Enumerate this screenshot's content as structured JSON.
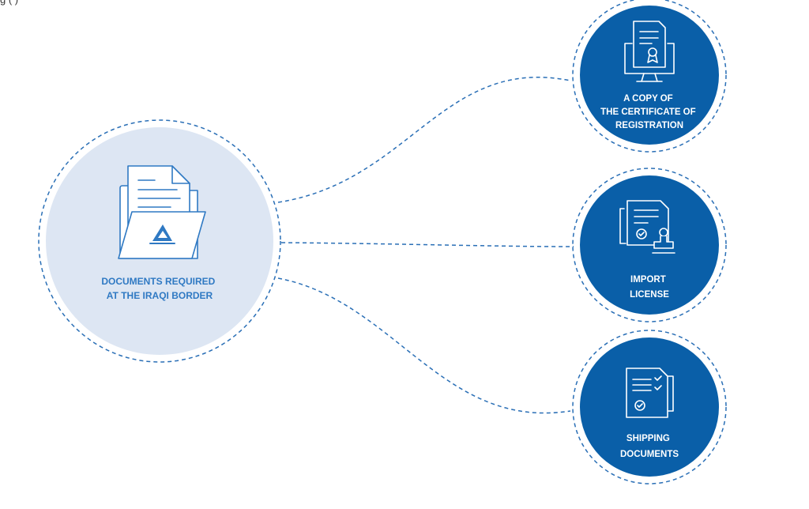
{
  "header_fragment": "g                    (        )",
  "central_node": {
    "label_lines": [
      "DOCUMENTS REQUIRED",
      "AT THE IRAQI BORDER"
    ],
    "icon": "folder-documents-icon"
  },
  "nodes": [
    {
      "id": "certificate",
      "label_lines": [
        "A COPY OF",
        "THE CERTIFICATE OF",
        "REGISTRATION"
      ],
      "icon": "computer-certificate-icon"
    },
    {
      "id": "import-license",
      "label_lines": [
        "IMPORT",
        "LICENSE"
      ],
      "icon": "document-stamp-icon"
    },
    {
      "id": "shipping",
      "label_lines": [
        "SHIPPING",
        "DOCUMENTS"
      ],
      "icon": "checklist-documents-icon"
    }
  ],
  "colors": {
    "primary": "#0a5fa8",
    "light_fill": "#dde6f3",
    "central_text": "#2f79c3",
    "dash": "#2a6fb6",
    "white": "#ffffff"
  }
}
